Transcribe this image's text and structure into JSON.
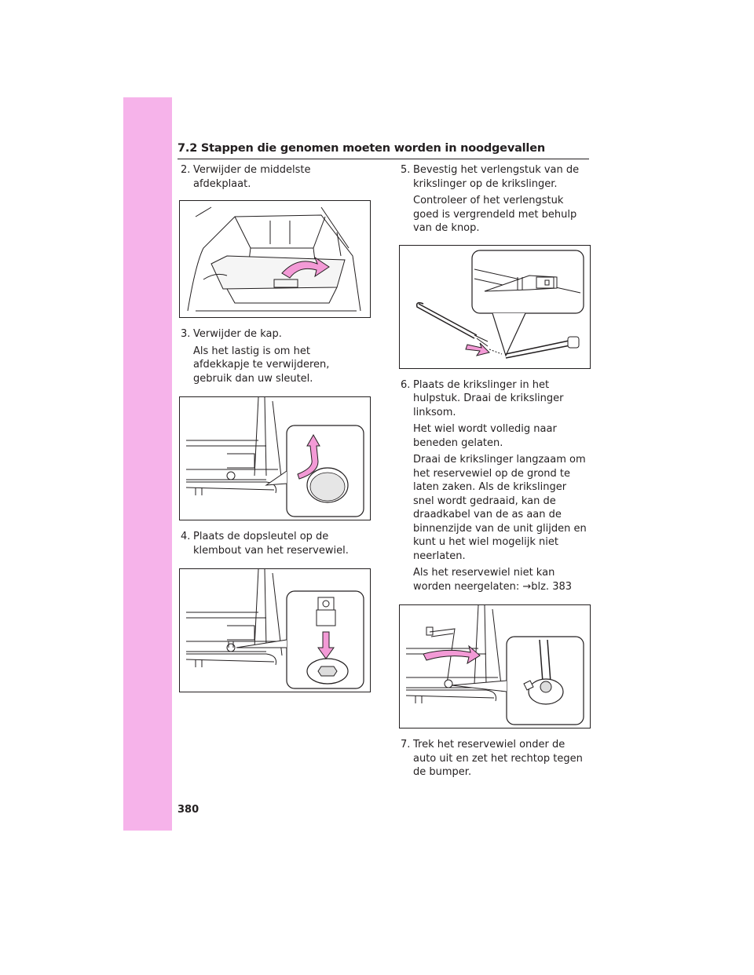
{
  "header": {
    "title": "7.2 Stappen die genomen moeten worden in noodgevallen"
  },
  "page_number": "380",
  "left_column": {
    "step2": {
      "number": "2.",
      "text": "Verwijder de middelste afdekplaat."
    },
    "step3": {
      "number": "3.",
      "text": "Verwijder de kap.",
      "note": "Als het lastig is om het afdekkapje te verwijderen, gebruik dan uw sleutel."
    },
    "step4": {
      "number": "4.",
      "text": "Plaats de dopsleutel op de klembout van het reservewiel."
    }
  },
  "right_column": {
    "step5": {
      "number": "5.",
      "text": "Bevestig het verlengstuk van de krikslinger op de krikslinger.",
      "note": "Controleer of het verlengstuk goed is vergrendeld met behulp van de knop."
    },
    "step6": {
      "number": "6.",
      "text": "Plaats de krikslinger in het hulpstuk. Draai de krikslinger linksom.",
      "note1": "Het wiel wordt volledig naar beneden gelaten.",
      "note2": "Draai de krikslinger langzaam om het reservewiel op de grond te laten zaken. Als de krikslinger snel wordt gedraaid, kan de draadkabel van de as aan de binnenzijde van de unit glijden en kunt u het wiel mogelijk niet neerlaten.",
      "note3": "Als het reservewiel niet kan worden neergelaten: →blz. 383"
    },
    "step7": {
      "number": "7.",
      "text": "Trek het reservewiel onder de auto uit en zet het rechtop tegen de bumper."
    }
  },
  "colors": {
    "side_tab": "#f6b3ea",
    "arrow_pink": "#f39ad6",
    "line": "#231f20"
  }
}
